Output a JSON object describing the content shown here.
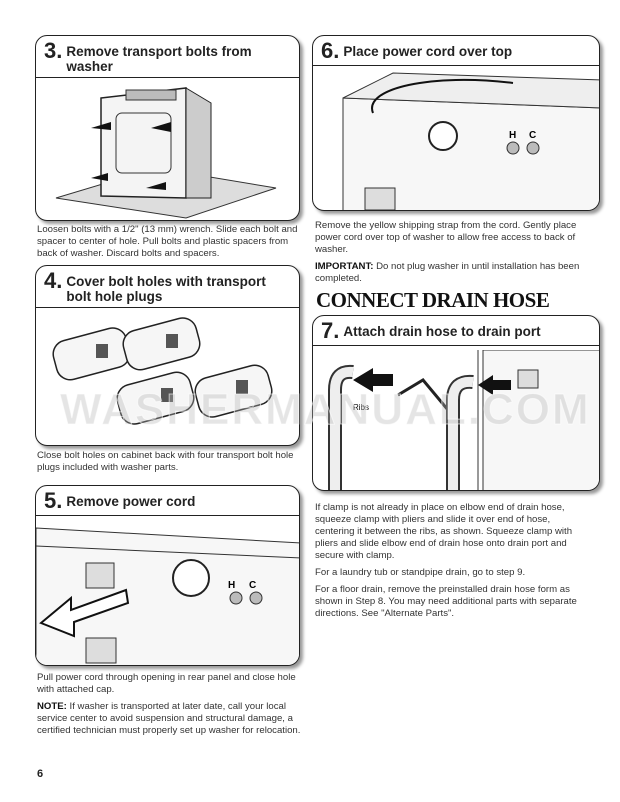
{
  "steps": {
    "s3": {
      "num": "3.",
      "title": "Remove transport bolts from washer",
      "text": "Loosen bolts with a 1/2\" (13 mm) wrench. Slide each bolt and spacer to center of hole. Pull bolts and plastic spacers from back of washer. Discard bolts and spacers."
    },
    "s4": {
      "num": "4.",
      "title": "Cover bolt holes with transport bolt hole plugs",
      "text": "Close bolt holes on cabinet back with four transport bolt hole plugs included with washer parts."
    },
    "s5": {
      "num": "5.",
      "title": "Remove power cord",
      "text": "Pull power cord through opening in rear panel and close hole with attached cap.",
      "note_label": "NOTE:",
      "note": " If washer is transported at later date, call your local service center to avoid suspension and structural damage, a certified technician must properly set up washer for relocation.",
      "label_h": "H",
      "label_c": "C"
    },
    "s6": {
      "num": "6.",
      "title": "Place power cord over top",
      "text": "Remove the yellow shipping strap from the cord. Gently place power cord over top of washer to allow free access to back of washer.",
      "important_label": "IMPORTANT:",
      "important": " Do not plug washer in until installation has been completed.",
      "label_h": "H",
      "label_c": "C"
    },
    "s7": {
      "num": "7.",
      "title": "Attach drain hose to drain port",
      "label_ribs": "Ribs",
      "p1": "If clamp is not already in place on elbow end of drain hose, squeeze clamp with pliers and slide it over end of hose, centering it between the ribs, as shown. Squeeze clamp with pliers and slide elbow end of drain hose onto drain port and secure with clamp.",
      "p2": "For a laundry tub or standpipe drain, go to step 9.",
      "p3": "For a floor drain, remove the preinstalled drain hose form as shown in Step 8. You may need additional parts with separate directions. See \"Alternate Parts\"."
    }
  },
  "section_heading": "CONNECT DRAIN HOSE",
  "watermark": "WASHERMANUAL.COM",
  "page_number": "6"
}
